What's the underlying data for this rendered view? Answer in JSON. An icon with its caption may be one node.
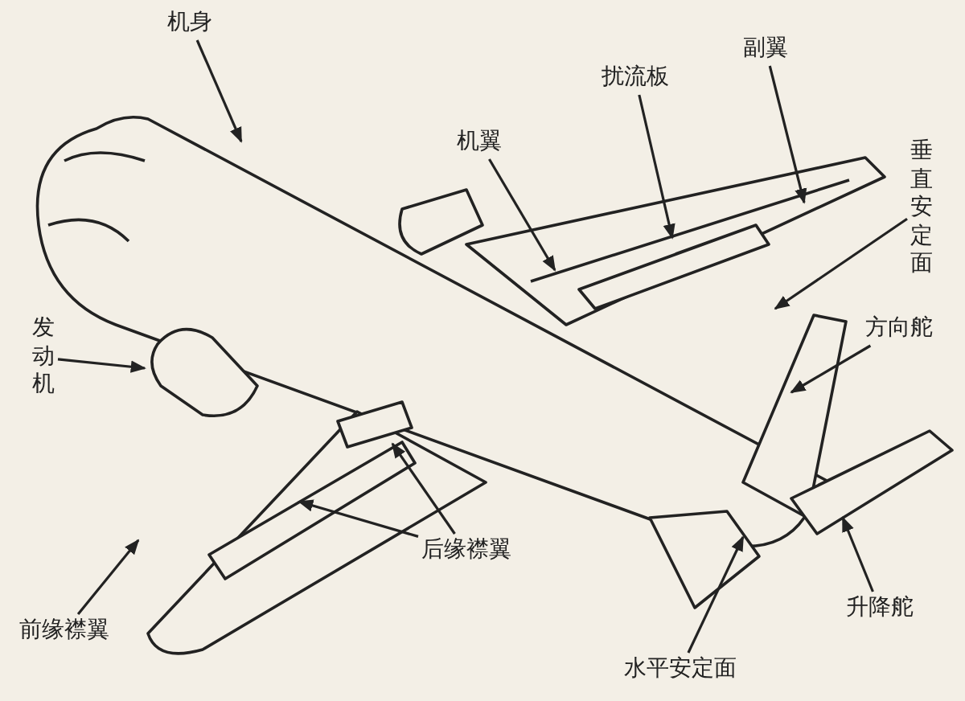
{
  "diagram": {
    "nodes": [
      {
        "text": [
          "机身"
        ]
      },
      {
        "text": [
          "扰流板"
        ]
      },
      {
        "text": [
          "副翼"
        ]
      },
      {
        "text": [
          "机翼"
        ]
      },
      {
        "text": [
          "垂直安定面"
        ]
      },
      {
        "text": [
          "发动机"
        ]
      },
      {
        "text": [
          "方向舵"
        ]
      },
      {
        "text": [
          "后缘襟翼"
        ]
      },
      {
        "text": [
          "升降舵"
        ]
      },
      {
        "text": [
          "前缘襟翼"
        ]
      },
      {
        "text": [
          "水平安定面"
        ]
      }
    ],
    "edges": [
      {
        "from": 0,
        "to": null,
        "arrow": "to"
      },
      {
        "from": 1,
        "to": null,
        "arrow": "to"
      },
      {
        "from": 2,
        "to": null,
        "arrow": "to"
      },
      {
        "from": 3,
        "to": null,
        "arrow": "to"
      },
      {
        "from": 4,
        "to": null,
        "arrow": "to"
      },
      {
        "from": 5,
        "to": null,
        "arrow": "to"
      },
      {
        "from": 6,
        "to": null,
        "arrow": "to"
      },
      {
        "from": 7,
        "to": null,
        "arrow": "to"
      },
      {
        "from": 7,
        "to": null,
        "arrow": "to"
      },
      {
        "from": 8,
        "to": null,
        "arrow": "to"
      },
      {
        "from": 9,
        "to": null,
        "arrow": "to"
      },
      {
        "from": 10,
        "to": null,
        "arrow": "to"
      }
    ]
  }
}
